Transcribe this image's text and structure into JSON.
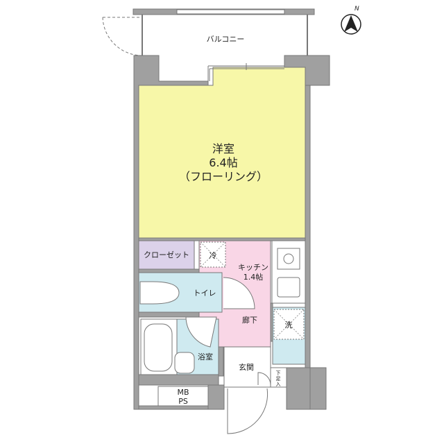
{
  "compass": {
    "letter": "N"
  },
  "rooms": {
    "balcony": "バルコニー",
    "western_room": {
      "name": "洋室",
      "size": "6.4帖",
      "type": "（フローリング）"
    },
    "closet": "クローゼット",
    "fridge": "冷",
    "kitchen": {
      "name": "キッチン",
      "size": "1.4帖"
    },
    "toilet": "トイレ",
    "hallway": "廊下",
    "washer": "洗",
    "bathroom": "浴室",
    "entrance": "玄関",
    "shoe_box": [
      "下",
      "足",
      "入"
    ],
    "mb_ps": [
      "MB",
      "PS"
    ]
  },
  "colors": {
    "wall": "#a0a0a0",
    "western_room": "#f7f7a8",
    "closet": "#dcd2ea",
    "kitchen": "#f9d6e6",
    "wet_area": "#cfeaf0"
  }
}
